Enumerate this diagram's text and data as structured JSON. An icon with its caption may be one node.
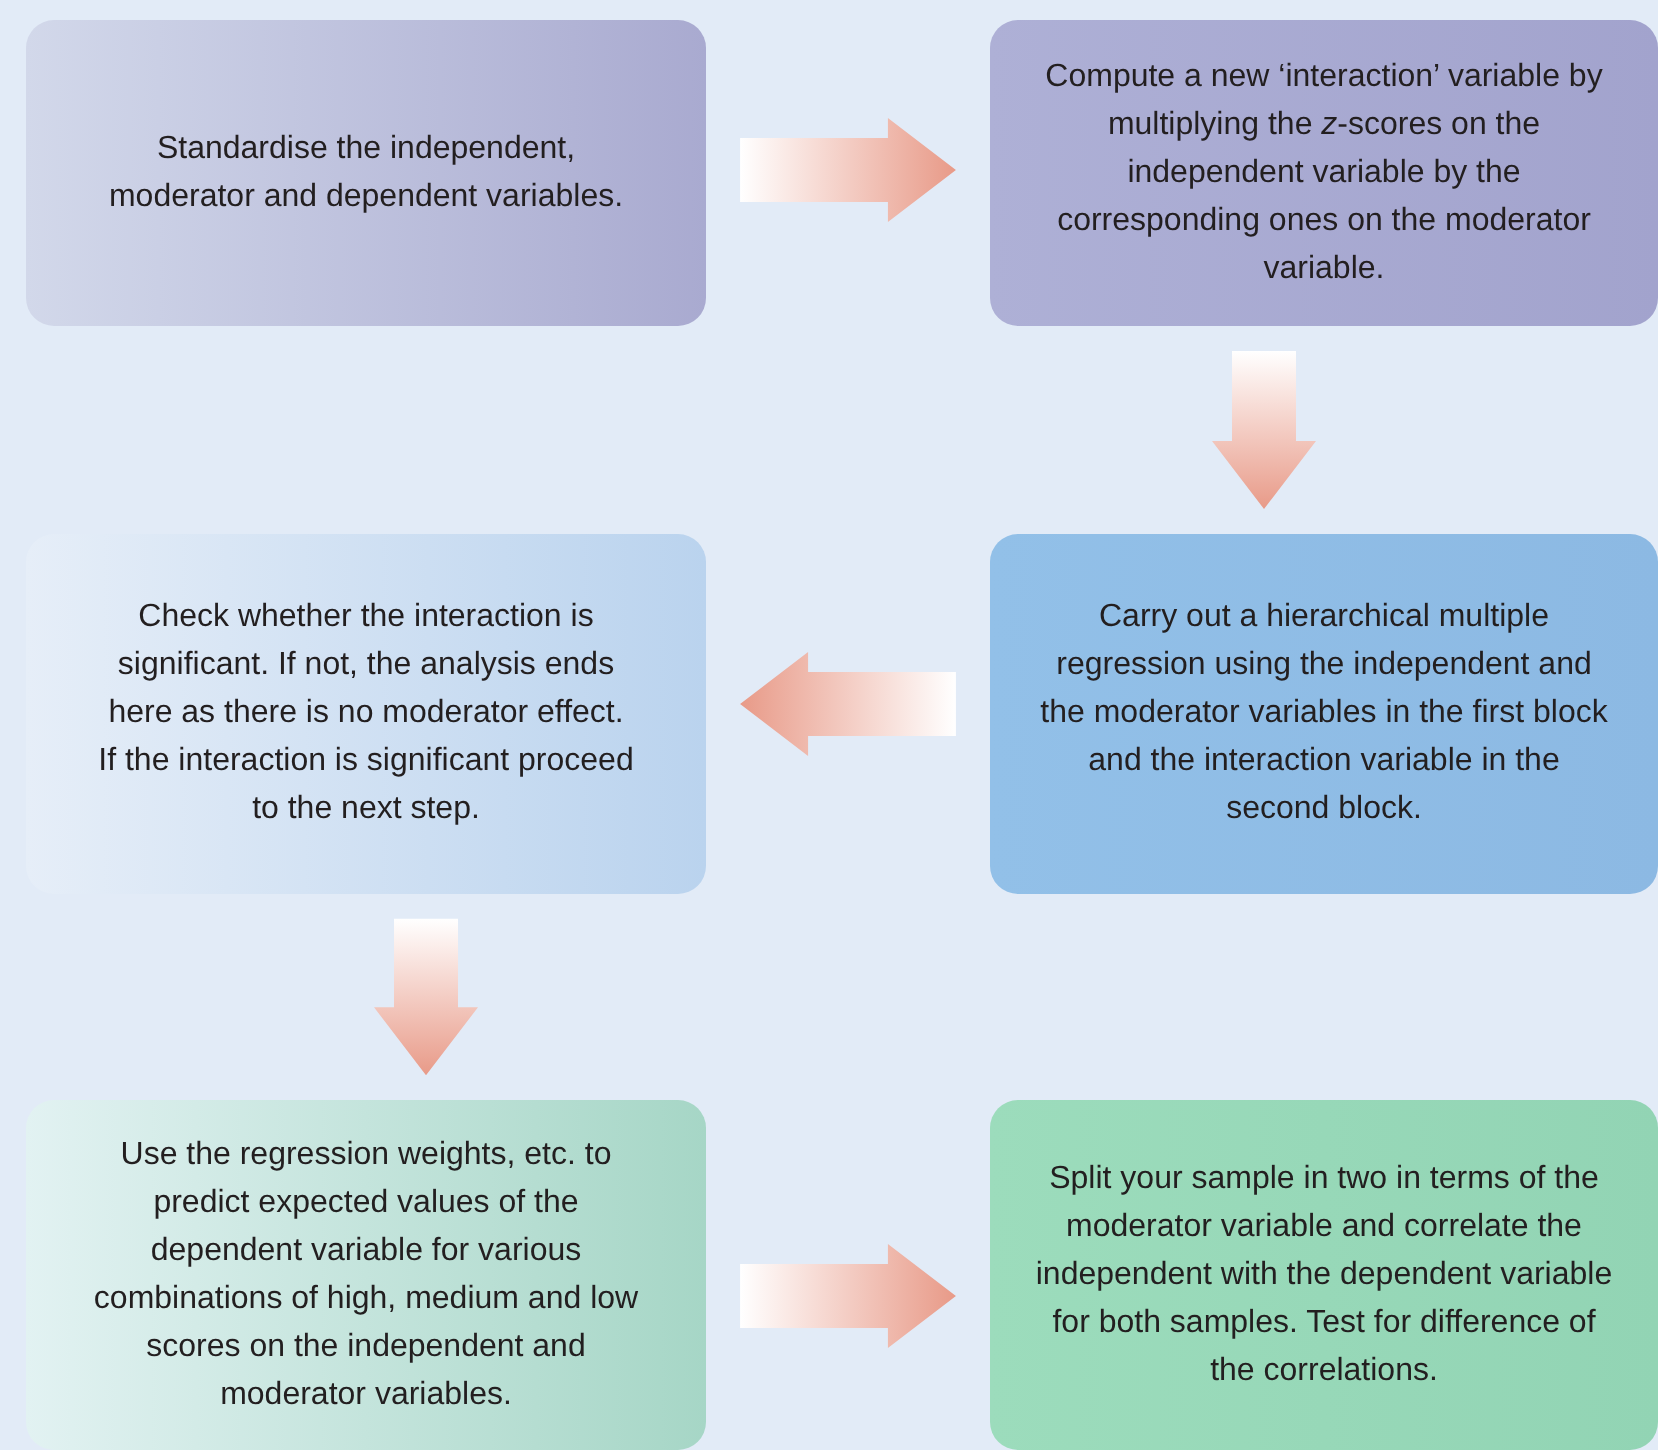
{
  "diagram": {
    "nodes": [
      {
        "text": [
          "Standardise the independent, moderator and dependent variables."
        ]
      },
      {
        "text": [
          "Compute a new ‘interaction’ variable by multiplying the *z*-scores on the independent variable by the corresponding ones on the moderator variable."
        ]
      },
      {
        "text": [
          "Carry out a hierarchical multiple regression using the independent and the moderator variables in the first block and the interaction variable in the second block."
        ]
      },
      {
        "text": [
          "Check whether the interaction is significant. If not, the analysis ends here as there is no moderator effect. If the interaction is significant proceed to the next step."
        ]
      },
      {
        "text": [
          "Use the regression weights, etc. to predict expected values of the dependent variable for various combinations of high, medium and low scores on the independent and moderator variables."
        ]
      },
      {
        "text": [
          "Split your sample in two in terms of the moderator variable and correlate the independent with the dependent variable for both samples. Test for difference of the correlations."
        ]
      }
    ],
    "edges": [
      {
        "from": 0,
        "to": 1,
        "arrow": "to"
      },
      {
        "from": 1,
        "to": 2,
        "arrow": "to"
      },
      {
        "from": 2,
        "to": 3,
        "arrow": "to"
      },
      {
        "from": 3,
        "to": 4,
        "arrow": "to"
      },
      {
        "from": 4,
        "to": 5,
        "arrow": "to"
      }
    ]
  }
}
